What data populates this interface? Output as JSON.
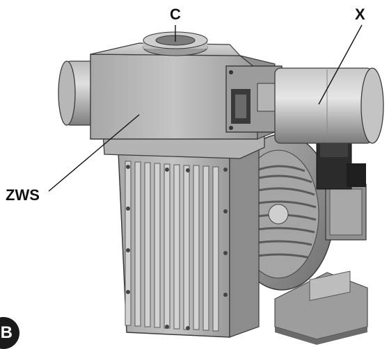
{
  "labels": {
    "c": "C",
    "x": "X",
    "zws": "ZWS"
  },
  "badge": "B",
  "colors": {
    "background": "#ffffff",
    "metal_light": "#c9c9c9",
    "metal_mid": "#a9a9a9",
    "metal_dark": "#5c5c5c",
    "ink": "#111111"
  }
}
